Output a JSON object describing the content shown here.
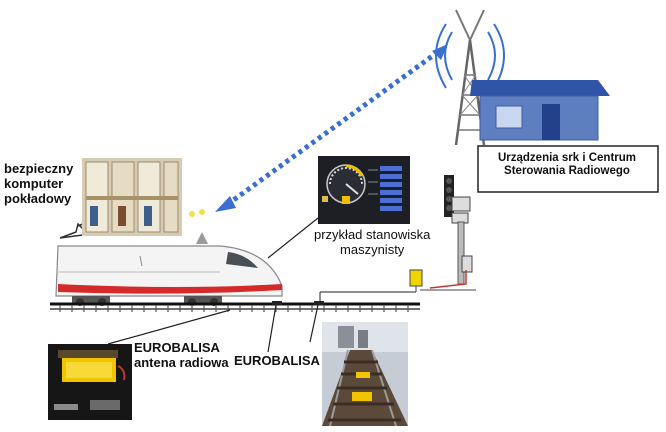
{
  "labels": {
    "safe_onboard_computer": [
      "bezpieczny",
      "komputer",
      "pokładowy"
    ],
    "control_center": [
      "Urządzenia srk i Centrum",
      "Sterowania Radiowego"
    ],
    "driver_station_example": [
      "przykład stanowiska",
      "maszynisty"
    ],
    "eurobalise_radio_antenna": [
      "EUROBALISA",
      "antena radiowa"
    ],
    "eurobalise": "EUROBALISA"
  },
  "colors": {
    "radio_link": "#3a6fd0",
    "train_stripe": "#d42a2a",
    "building_wall": "#5d7fbf",
    "building_roof": "#2f54a8",
    "balise_yellow": "#f2c400",
    "cab_panel": "#1e1f25"
  },
  "icons": {
    "radio_tower": "radio-tower-icon",
    "signal": "railway-signal-icon",
    "train": "high-speed-train-icon"
  }
}
